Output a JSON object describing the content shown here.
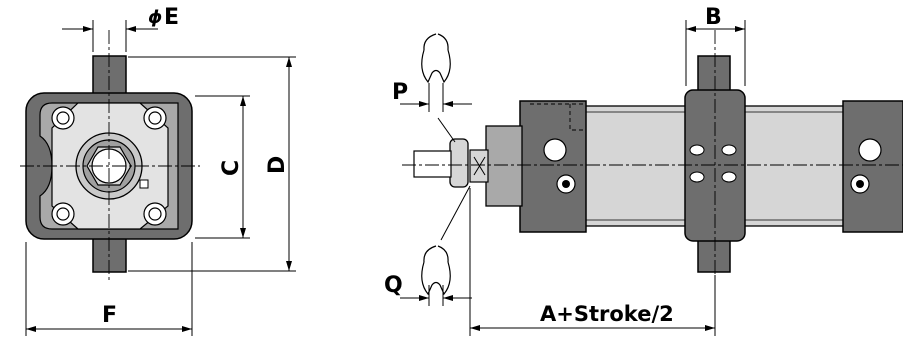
{
  "labels": {
    "E": "E",
    "phi": "ϕ",
    "B": "B",
    "P": "P",
    "Q": "Q",
    "C": "C",
    "D": "D",
    "F": "F",
    "A_stroke": "A+Stroke/2"
  },
  "colors": {
    "dark_body": "#6e6e6e",
    "plate": "#a9a9a9",
    "light_face": "#e3e3e3",
    "barrel": "#d6d6d6",
    "line": "#000000",
    "background": "#ffffff"
  }
}
